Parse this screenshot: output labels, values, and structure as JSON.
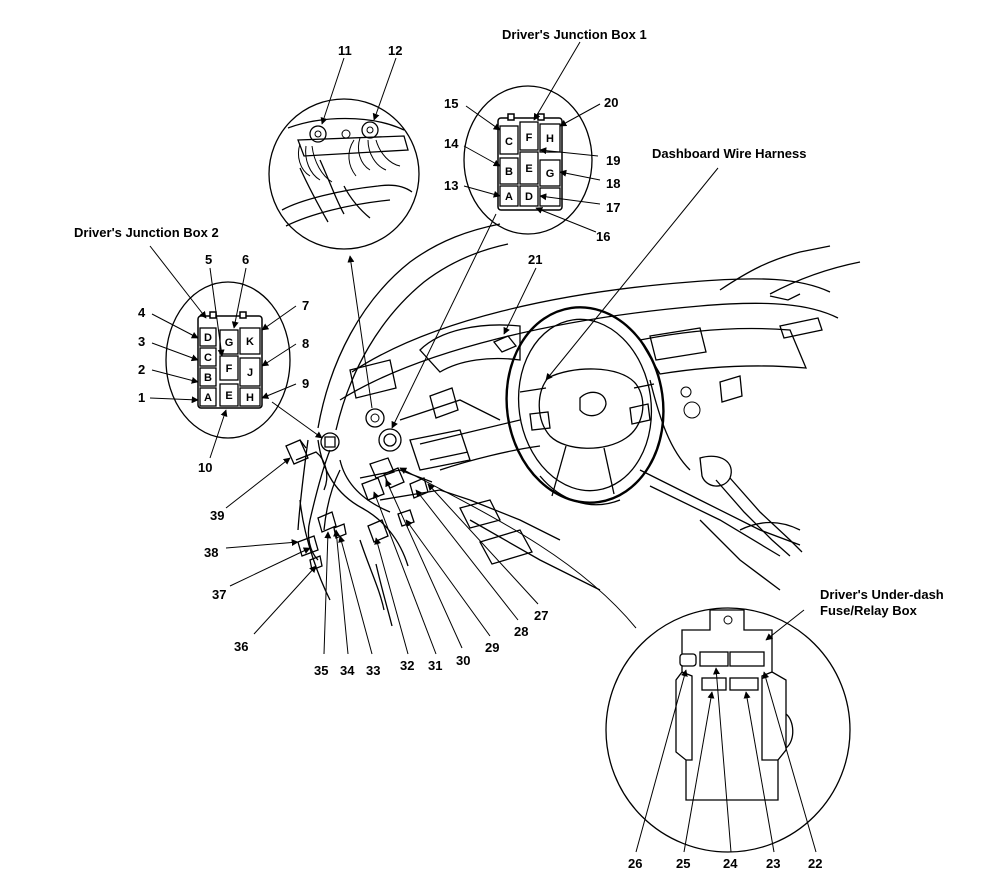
{
  "titles": {
    "jb1": "Driver's Junction Box 1",
    "jb2": "Driver's Junction Box 2",
    "harness": "Dashboard Wire Harness",
    "fuse_l1": "Driver's Under-dash",
    "fuse_l2": "Fuse/Relay Box"
  },
  "callouts": [
    "1",
    "2",
    "3",
    "4",
    "5",
    "6",
    "7",
    "8",
    "9",
    "10",
    "11",
    "12",
    "13",
    "14",
    "15",
    "16",
    "17",
    "18",
    "19",
    "20",
    "21",
    "22",
    "23",
    "24",
    "25",
    "26",
    "27",
    "28",
    "29",
    "30",
    "31",
    "32",
    "33",
    "34",
    "35",
    "36",
    "37",
    "38",
    "39"
  ],
  "jb1_letters": {
    "A": "A",
    "B": "B",
    "C": "C",
    "D": "D",
    "E": "E",
    "F": "F",
    "G": "G",
    "H": "H"
  },
  "jb2_letters": {
    "A": "A",
    "B": "B",
    "C": "C",
    "D": "D",
    "E": "E",
    "F": "F",
    "G": "G",
    "H": "H",
    "J": "J",
    "K": "K"
  }
}
